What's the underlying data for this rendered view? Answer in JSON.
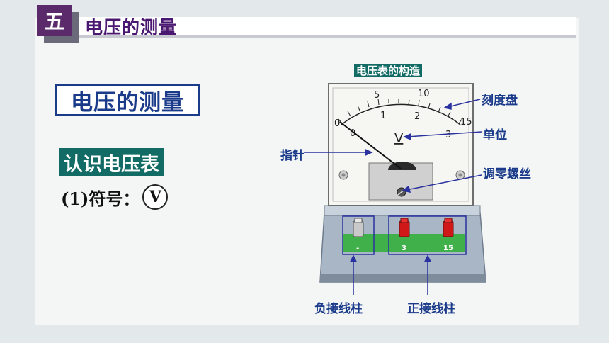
{
  "section": {
    "number": "五",
    "title": "电压的测量"
  },
  "main": {
    "box_title": "电压的测量",
    "subheading": "认识电压表",
    "symbol_label": "(1)符号：",
    "symbol": "V"
  },
  "diagram": {
    "structure_title": "电压表的构造",
    "labels": {
      "dial": "刻度盘",
      "unit_label": "单位",
      "pointer": "指针",
      "zero_screw": "调零螺丝",
      "negative_terminal": "负接线柱",
      "positive_terminal": "正接线柱"
    },
    "scale_upper": [
      "0",
      "5",
      "10",
      "15"
    ],
    "scale_lower": [
      "0",
      "1",
      "2",
      "3"
    ],
    "unit": "V",
    "terminal_values": [
      "-",
      "3",
      "15"
    ]
  }
}
